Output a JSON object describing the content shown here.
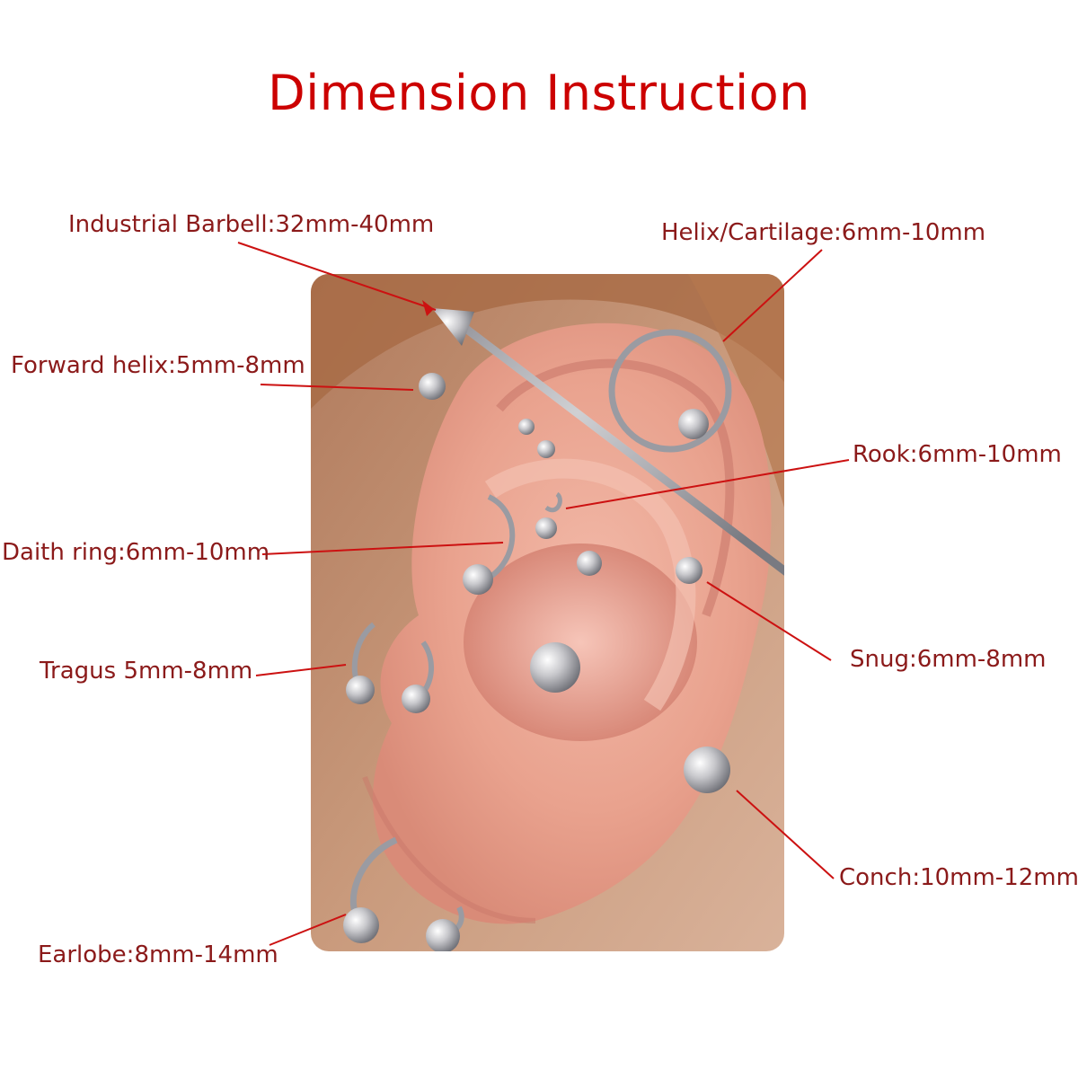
{
  "title": "Dimension Instruction",
  "labels": {
    "industrial": "Industrial Barbell:32mm-40mm",
    "helix": "Helix/Cartilage:6mm-10mm",
    "forward_helix": "Forward helix:5mm-8mm",
    "rook": "Rook:6mm-10mm",
    "daith": "Daith ring:6mm-10mm",
    "snug": "Snug:6mm-8mm",
    "tragus": "Tragus 5mm-8mm",
    "conch": "Conch:10mm-12mm",
    "earlobe": "Earlobe:8mm-14mm"
  },
  "colors": {
    "title": "#cc0000",
    "label_text": "#8b1a1a",
    "leader_line": "#cc1111"
  }
}
